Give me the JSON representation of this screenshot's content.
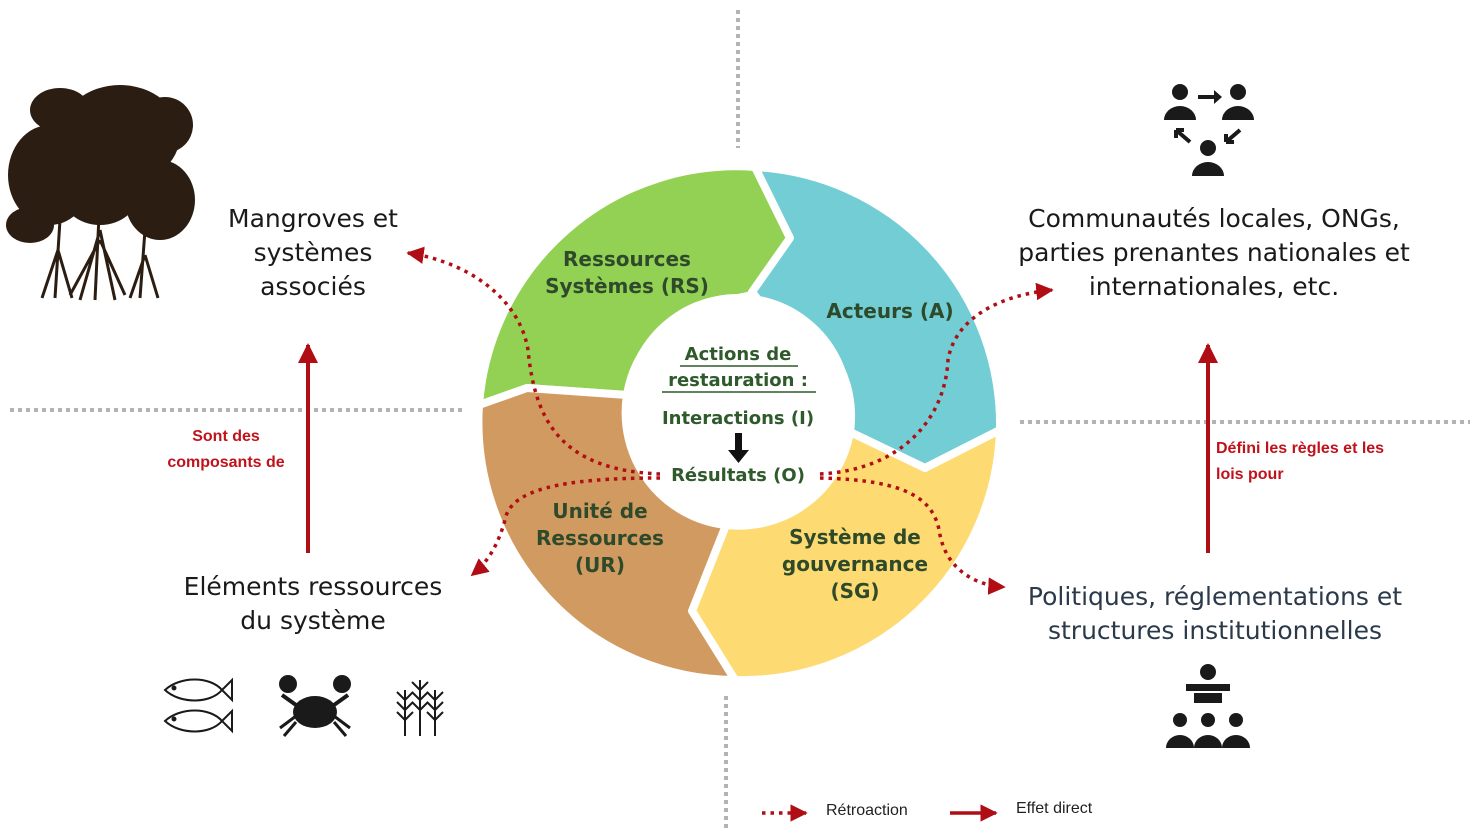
{
  "center": {
    "heading": "Actions de restauration :",
    "interactions": "Interactions (I)",
    "results": "Résultats (O)"
  },
  "segments": {
    "rs": "Ressources Systèmes (RS)",
    "a": "Acteurs (A)",
    "sg": "Système de gouvernance (SG)",
    "ur": "Unité de Ressources (UR)"
  },
  "quadrants": {
    "top_left": "Mangroves et systèmes associés",
    "bottom_left": "Eléments ressources du système",
    "top_right": "Communautés locales, ONGs, parties prenantes nationales et internationales, etc.",
    "bottom_right": "Politiques, réglementations et structures institutionnelles"
  },
  "arrow_labels": {
    "left": "Sont des composants de",
    "right": "Défini les règles et les lois pour"
  },
  "legend": {
    "feedback": "Rétroaction",
    "direct": "Effet direct"
  },
  "colors": {
    "rs": "#93d155",
    "a": "#72cdd5",
    "sg": "#fddb72",
    "ur": "#d19a60",
    "arrow": "#b00d14",
    "divider": "#b3b3b3",
    "center_text": "#2f5a2b"
  },
  "icons": [
    "mangrove-tree-icon",
    "stakeholder-network-icon",
    "fish-icon",
    "crab-icon",
    "wheat-icon",
    "conference-icon"
  ]
}
